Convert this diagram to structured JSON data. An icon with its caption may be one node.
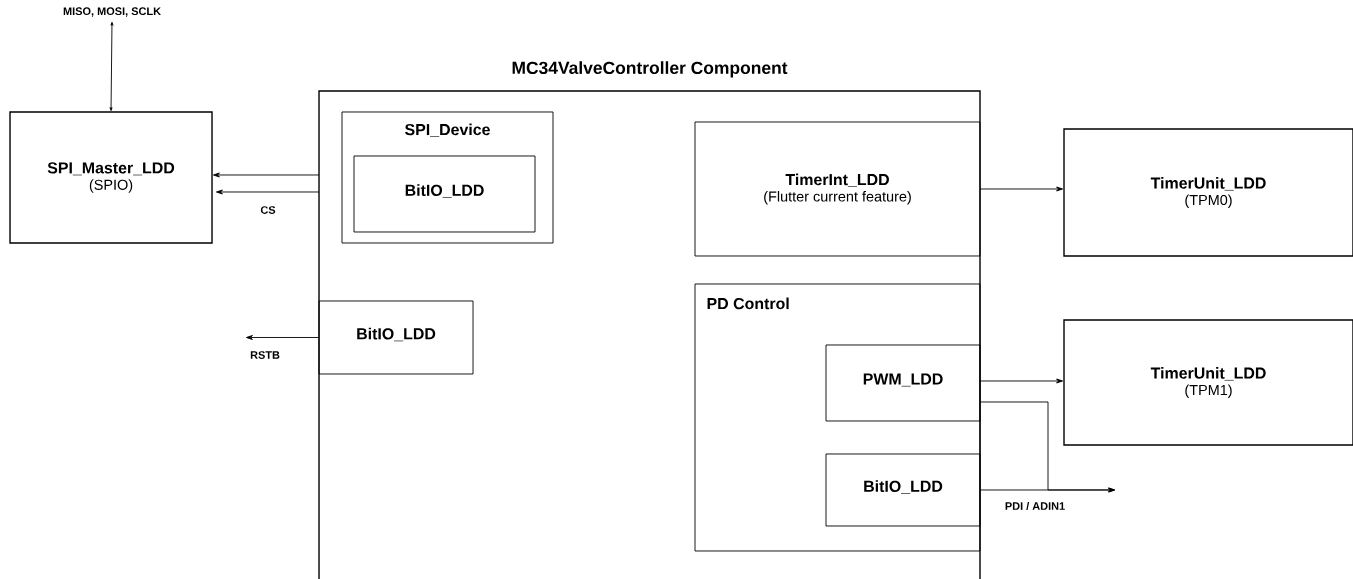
{
  "diagram": {
    "nodes": [
      {
        "text": [
          "MISO, MOSI, SCLK"
        ]
      },
      {
        "text": [
          "SPI_Master_LDD",
          "(SPIO)"
        ]
      },
      {
        "text": [
          "MC34ValveController Component"
        ]
      },
      {
        "text": [
          "SPI_Device"
        ],
        "in": 2
      },
      {
        "text": [
          "BitIO_LDD"
        ],
        "in": 3
      },
      {
        "text": [
          "BitIO_LDD"
        ],
        "in": 2
      },
      {
        "text": [
          "TimerInt_LDD",
          "(Flutter current feature)"
        ],
        "in": 2
      },
      {
        "text": [
          "PD Control"
        ],
        "in": 2
      },
      {
        "text": [
          "PWM_LDD"
        ],
        "in": 7
      },
      {
        "text": [
          "BitIO_LDD"
        ],
        "in": 7
      },
      {
        "text": [
          "TimerUnit_LDD",
          "(TPM0)"
        ]
      },
      {
        "text": [
          "TimerUnit_LDD",
          "(TPM1)"
        ]
      }
    ],
    "edges": [
      {
        "from": 0,
        "to": 1,
        "arrow": "both"
      },
      {
        "from": 2,
        "to": 1,
        "arrow": "to"
      },
      {
        "from": 2,
        "to": 1,
        "arrow": "to",
        "label": "CS"
      },
      {
        "from": 5,
        "to": null,
        "arrow": "to",
        "label": "RSTB"
      },
      {
        "from": 6,
        "to": 10,
        "arrow": "to"
      },
      {
        "from": 8,
        "to": 11,
        "arrow": "to"
      },
      {
        "from": 8,
        "to": null,
        "arrow": "to"
      },
      {
        "from": 9,
        "to": null,
        "arrow": "to",
        "label": "PDI / ADIN1"
      }
    ]
  }
}
